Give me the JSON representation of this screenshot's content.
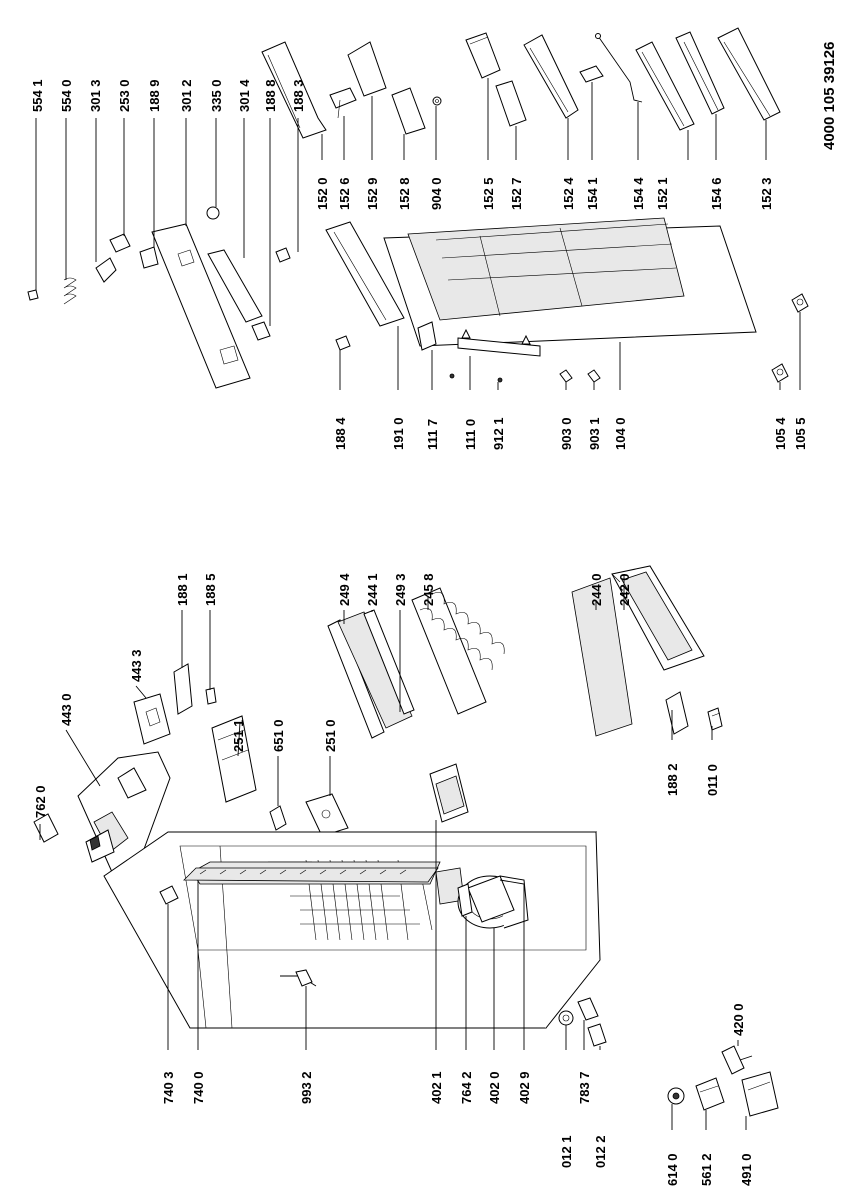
{
  "document_number": "4000 105 39126",
  "part_labels": {
    "p5541": "554 1",
    "p5540": "554 0",
    "p3013": "301 3",
    "p2530": "253 0",
    "p1889": "188 9",
    "p3012": "301 2",
    "p3350": "335 0",
    "p3014": "301 4",
    "p1888": "188 8",
    "p1883": "188 3",
    "p1520": "152 0",
    "p1526": "152 6",
    "p1529": "152 9",
    "p1528": "152 8",
    "p9040": "904 0",
    "p1525": "152 5",
    "p1527": "152 7",
    "p1524": "152 4",
    "p1541": "154 1",
    "p1544": "154 4",
    "p1521": "152 1",
    "p1546": "154 6",
    "p1523": "152 3",
    "p1884": "188 4",
    "p1910": "191 0",
    "p1117": "111 7",
    "p1110": "111 0",
    "p9121": "912 1",
    "p9030": "903 0",
    "p9031": "903 1",
    "p1040": "104 0",
    "p1054": "105 4",
    "p1055": "105 5",
    "p1881": "188 1",
    "p1885": "188 5",
    "p2494": "249 4",
    "p2441": "244 1",
    "p2493": "249 3",
    "p2458": "245 8",
    "p2440": "244 0",
    "p2420": "242 0",
    "p1882": "188 2",
    "p0110": "011 0",
    "p4430": "443 0",
    "p4433": "443 3",
    "p7620": "762 0",
    "p2511": "251 1",
    "p6510": "651 0",
    "p2510": "251 0",
    "p7403": "740 3",
    "p7400": "740 0",
    "p9932": "993 2",
    "p4021": "402 1",
    "p7642": "764 2",
    "p4020": "402 0",
    "p4029": "402 9",
    "p7837": "783 7",
    "p0121": "012 1",
    "p0122": "012 2",
    "p6140": "614 0",
    "p5612": "561 2",
    "p4910": "491 0",
    "p4200": "420 0"
  }
}
